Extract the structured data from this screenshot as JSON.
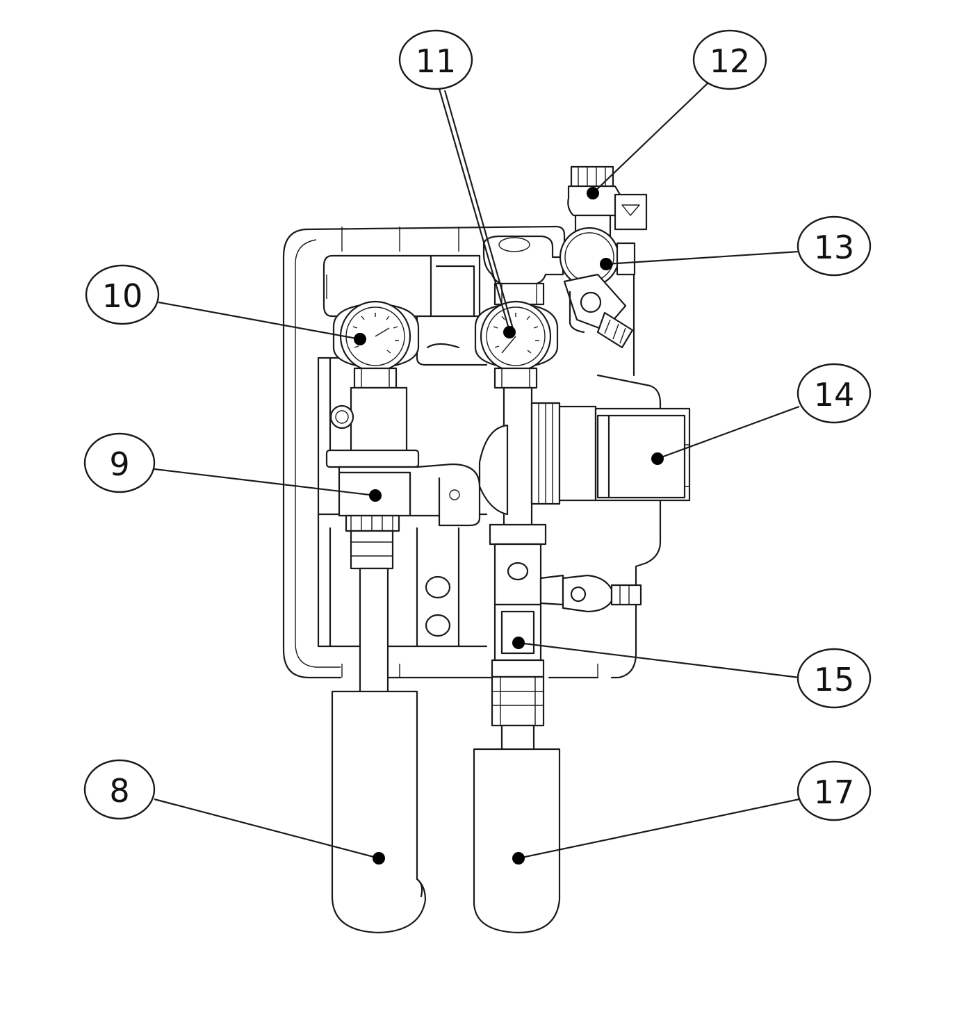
{
  "callouts": [
    {
      "id": "8",
      "label": "8"
    },
    {
      "id": "9",
      "label": "9"
    },
    {
      "id": "10",
      "label": "10"
    },
    {
      "id": "11",
      "label": "11"
    },
    {
      "id": "12",
      "label": "12"
    },
    {
      "id": "13",
      "label": "13"
    },
    {
      "id": "14",
      "label": "14"
    },
    {
      "id": "15",
      "label": "15"
    },
    {
      "id": "17",
      "label": "17"
    }
  ]
}
